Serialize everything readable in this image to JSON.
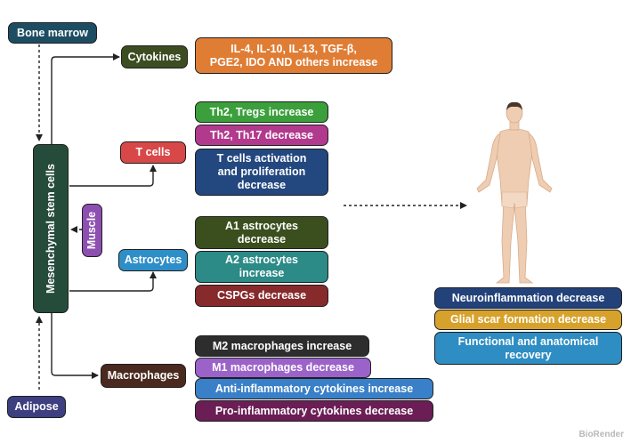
{
  "sources": {
    "bone_marrow": "Bone marrow",
    "adipose": "Adipose",
    "muscle": "Muscle"
  },
  "center": {
    "msc": "Mesenchymal stem cells"
  },
  "categories": {
    "cytokines": "Cytokines",
    "t_cells": "T cells",
    "astrocytes": "Astrocytes",
    "macrophages": "Macrophages"
  },
  "cytokine_effects": "IL-4, IL-10, IL-13, TGF-β,\nPGE2, IDO AND others increase",
  "tcell_effects": [
    "Th2, Tregs increase",
    "Th2, Th17 decrease",
    "T cells activation\nand proliferation\ndecrease"
  ],
  "astro_effects": [
    "A1 astrocytes\ndecrease",
    "A2 astrocytes\nincrease",
    "CSPGs decrease"
  ],
  "macro_effects": [
    "M2 macrophages increase",
    "M1 macrophages decrease",
    "Anti-inflammatory cytokines increase",
    "Pro-inflammatory cytokines decrease"
  ],
  "outcomes": [
    "Neuroinflammation decrease",
    "Glial scar formation decrease",
    "Functional and anatomical\nrecovery"
  ],
  "watermark": "BioRender",
  "colors": {
    "bone_marrow": "#1d4d63",
    "adipose": "#3d3f80",
    "muscle": "#8d4fb0",
    "msc": "#254b3b",
    "cytokines": "#3d4d22",
    "cytokine_effects": "#e07d35",
    "t_cells": "#d84848",
    "th2_tregs": "#3b9f3b",
    "th2_th17": "#b23a8e",
    "tcell_act": "#23477f",
    "astrocytes": "#2e8ec8",
    "a1": "#3b4f1e",
    "a2": "#2c8a87",
    "cspg": "#862a2c",
    "macrophages": "#4a2a1e",
    "m2": "#2d2d2d",
    "m1": "#9b63c9",
    "anti_inf": "#3a80c8",
    "pro_inf": "#6a1e55",
    "neuro": "#24427a",
    "glial": "#d7a22c",
    "functional": "#2e8dc3"
  }
}
